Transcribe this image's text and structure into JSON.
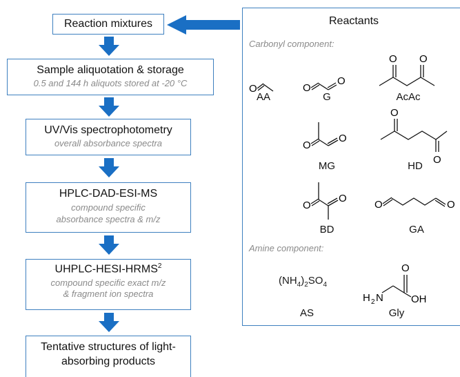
{
  "flow": {
    "step1": "Reaction mixtures",
    "step2": {
      "title": "Sample aliquotation & storage",
      "detail": "0.5 and 144 h aliquots stored at -20 °C"
    },
    "step3": {
      "title": "UV/Vis spectrophotometry",
      "detail": "overall absorbance spectra"
    },
    "step4": {
      "title": "HPLC-DAD-ESI-MS",
      "detail1": "compound specific",
      "detail2": "absorbance spectra & m/z"
    },
    "step5": {
      "title": "UHPLC-HESI-HRMS",
      "title_sup": "2",
      "detail1": "compound specific exact m/z",
      "detail2": "& fragment ion spectra"
    },
    "step6": {
      "line1": "Tentative structures of light-",
      "line2": "absorbing products"
    }
  },
  "reactants": {
    "title": "Reactants",
    "carbonyl_heading": "Carbonyl component:",
    "carbonyl": [
      "AA",
      "G",
      "AcAc",
      "MG",
      "HD",
      "BD",
      "GA"
    ],
    "amine_heading": "Amine component:",
    "amine": [
      "AS",
      "Gly"
    ],
    "atoms": {
      "oxygen": "O",
      "nitrogen": "N",
      "hydrogen": "H",
      "sulfate": "SO"
    },
    "as_formula": {
      "part1": "(NH",
      "sub1": "4",
      "part2": ")",
      "sub2": "2",
      "part3": "SO",
      "sub3": "4"
    },
    "gly_labels": {
      "h2n_h": "H",
      "h2n_2": "2",
      "h2n_n": "N",
      "oh": "OH"
    }
  },
  "colors": {
    "accent": "#1a6fc4",
    "border": "#3d7fbf",
    "muted": "#8a8a8a"
  }
}
